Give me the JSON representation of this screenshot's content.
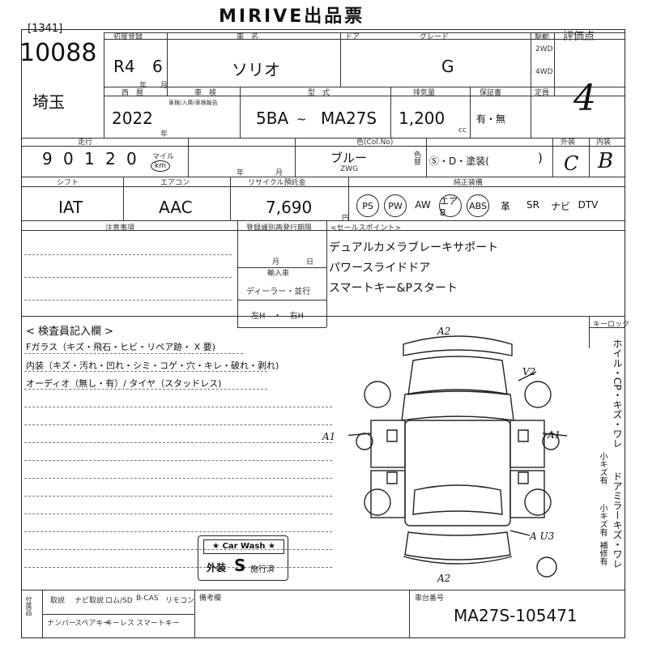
{
  "title": "MIRIVE出品票",
  "lot_bracket": "[1341]",
  "lot_no": "10088",
  "region": "埼玉",
  "labels": {
    "first_reg": "初度登録",
    "car_name": "車　名",
    "doors": "ドア",
    "grade": "グレード",
    "drive": "駆動",
    "score": "評価点",
    "model_year": "西　暦",
    "shaken": "車　検",
    "shaken_note": "車検/入庫/車検報告",
    "model": "型　式",
    "displacement": "排気量",
    "warranty": "保証書",
    "capacity": "定員",
    "mileage": "走行",
    "color": "色(Col.No)",
    "exterior": "外装",
    "interior": "内装",
    "shift": "シフト",
    "aircon": "エアコン",
    "recycle": "リサイクル預託金",
    "equipment": "純正装備",
    "notes": "注意事項",
    "reg_date": "登録識別再発行期限",
    "import": "輸入車",
    "dealer": "ディーラー・並行",
    "handle": "左H　・　右H",
    "sales_points": "<セールスポイント>",
    "inspector": "< 検査員記入欄 >",
    "keylock": "キーロック",
    "chassis": "車台番号",
    "mileage_unit": "マイル",
    "km": "km",
    "cc": "cc",
    "yen": "円",
    "y": "年",
    "m": "月",
    "color_w": "色替",
    "zwg": "ZWG"
  },
  "values": {
    "year": "R4",
    "month": "6",
    "car_name": "ソリオ",
    "grade": "G",
    "drive_2wd": "2WD",
    "drive_4wd": "4WD",
    "score": "4",
    "model_year": "2022",
    "model_prefix": "5BA",
    "model_suffix": "MA27S",
    "displacement": "1,200",
    "warranty": "有・無",
    "mileage_digits": [
      "9",
      "0",
      "1",
      "2",
      "0"
    ],
    "color": "ブルー",
    "paint": "Ⓢ・D・塗装(",
    "exterior_grade": "C",
    "interior_grade": "B",
    "shift": "IAT",
    "aircon": "AAC",
    "recycle": "7,690",
    "import_month": "月",
    "chassis_no": "MA27S-105471"
  },
  "equipment": [
    {
      "label": "PS",
      "circled": true
    },
    {
      "label": "PW",
      "circled": true
    },
    {
      "label": "AW",
      "circled": false
    },
    {
      "label": "エアB",
      "circled": true
    },
    {
      "label": "ABS",
      "circled": true
    },
    {
      "label": "革",
      "circled": false
    },
    {
      "label": "SR",
      "circled": false
    },
    {
      "label": "ナビ",
      "circled": false
    },
    {
      "label": "DTV",
      "circled": false
    }
  ],
  "sales_points": [
    "デュアルカメラブレーキサポート",
    "パワースライドドア",
    "スマートキー&Pスタート"
  ],
  "inspector_lines": [
    "Fガラス（キズ・飛石・ヒビ・リペア跡・ X 要)",
    "内装（キズ・汚れ・凹れ・シミ・コゲ・穴・キレ・破れ・剥れ)",
    "オーディオ（無し・有）/ タイヤ（スタッドレス)"
  ],
  "diagram_marks": [
    "A2",
    "V2",
    "A1",
    "A1",
    "A U3",
    "A2"
  ],
  "side_notes": [
    "ホイル・CP・キズ・ワレ",
    "小キズ有",
    "ドアミラーキズ・ワレ",
    "小キズ有",
    "補修有"
  ],
  "stamp": {
    "line1": "★ Car Wash ★",
    "line2_a": "外装",
    "line2_b": "S",
    "line2_c": "施行済"
  },
  "bottom_labels": [
    "取説",
    "ナビ取説",
    "ロム/SD",
    "B-CAS",
    "リモコン",
    "ナンバー",
    "スペアキー",
    "キーレス",
    "スマートキー"
  ],
  "bottom_note": "備考欄"
}
